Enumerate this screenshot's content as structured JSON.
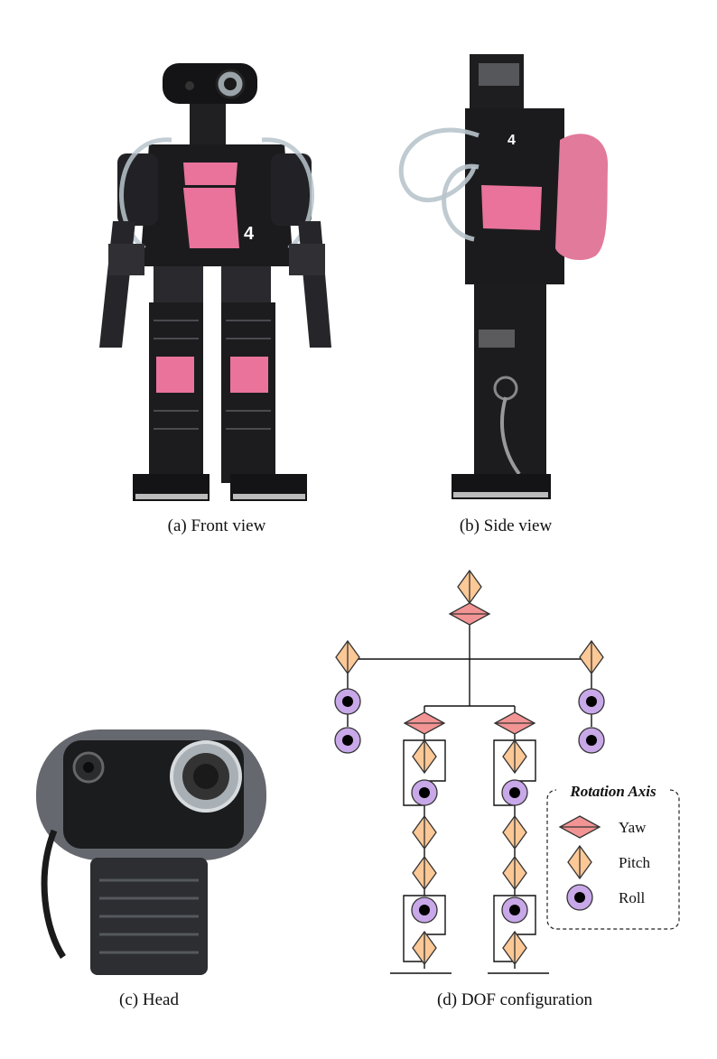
{
  "captions": {
    "a": "(a) Front view",
    "b": "(b) Side view",
    "c": "(c) Head",
    "d": "(d) DOF configuration"
  },
  "robot": {
    "chest_number": "4",
    "side_number": "4"
  },
  "legend": {
    "title": "Rotation Axis",
    "items": [
      {
        "label": "Yaw",
        "icon": "yaw-diamond-icon",
        "color": "#f29494"
      },
      {
        "label": "Pitch",
        "icon": "pitch-diamond-icon",
        "color": "#fbc896"
      },
      {
        "label": "Roll",
        "icon": "roll-circle-icon",
        "color": "#c8a8e8"
      }
    ]
  },
  "colors": {
    "yaw": "#f29494",
    "pitch": "#fbc896",
    "roll": "#c8a8e8",
    "roll_dot": "#000000",
    "robot_body": "#1b1b1d",
    "robot_plate": "#e9739a",
    "cable": "#b8c4cc"
  }
}
